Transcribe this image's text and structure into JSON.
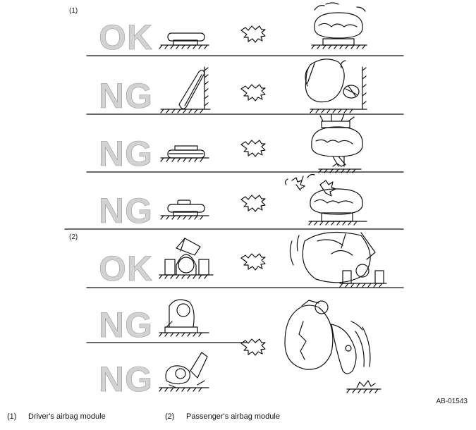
{
  "section1": {
    "label": "(1)",
    "rows": [
      {
        "verdict": "OK"
      },
      {
        "verdict": "NG"
      },
      {
        "verdict": "NG"
      },
      {
        "verdict": "NG"
      }
    ]
  },
  "section2": {
    "label": "(2)",
    "rows": [
      {
        "verdict": "OK"
      },
      {
        "verdict": "NG"
      },
      {
        "verdict": "NG"
      }
    ]
  },
  "figure_id": "AB-01543",
  "legend": [
    {
      "num": "(1)",
      "text": "Driver's airbag module"
    },
    {
      "num": "(2)",
      "text": "Passenger's airbag module"
    }
  ],
  "colors": {
    "line": "#111111",
    "verdict_fill": "#d2d2d2",
    "verdict_stroke": "#9c9c9c"
  }
}
